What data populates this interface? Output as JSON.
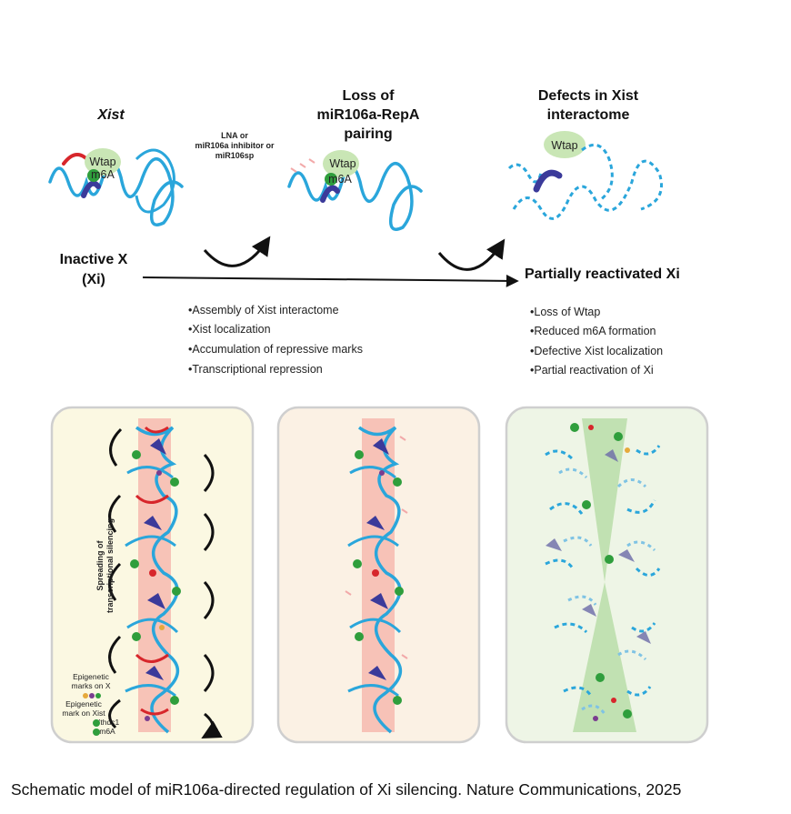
{
  "stages": [
    {
      "title_line1": "Xist",
      "title_line2": "",
      "title_line3": ""
    },
    {
      "title_line1": "Loss of",
      "title_line2": "miR106a-RepA",
      "title_line3": "pairing"
    },
    {
      "title_line1": "Defects in Xist",
      "title_line2": "interactome",
      "title_line3": ""
    }
  ],
  "labels": {
    "wtap": "Wtap",
    "m6a": "m6A",
    "inhibitor_line1": "LNA or",
    "inhibitor_line2": "miR106a inhibitor or",
    "inhibitor_line3": "miR106sp",
    "inactive_x_line1": "Inactive X",
    "inactive_x_line2": "(Xi)",
    "partially_reactivated": "Partially reactivated Xi",
    "spreading_line1": "Spreading of",
    "spreading_line2": "transcriptional silencing",
    "legend_marks_x_line1": "Epigenetic",
    "legend_marks_x_line2": "marks on X",
    "legend_mark_xist_line1": "Epigenetic",
    "legend_mark_xist_line2": "mark on Xist",
    "legend_mark_xist_line3": "Ythdc1",
    "legend_mark_xist_line4": "m6A"
  },
  "left_bullets": [
    "•Assembly of Xist interactome",
    "•Xist localization",
    "•Accumulation of repressive marks",
    "•Transcriptional repression"
  ],
  "right_bullets": [
    "•Loss of Wtap",
    "•Reduced m6A formation",
    "•Defective Xist localization",
    "•Partial reactivation of Xi"
  ],
  "caption": "Schematic model of miR106a-directed regulation of Xi silencing. Nature Communications, 2025",
  "colors": {
    "rna_blue": "#2aa6db",
    "wtap_green": "#c9e6b5",
    "m6a_green": "#2f9e3c",
    "repa_purple": "#3b3a9a",
    "mirna_red": "#d7262b",
    "panel1_bg": "#fbf8e2",
    "panel2_bg": "#fbf1e4",
    "panel3_bg": "#eef5e6",
    "panel_border": "#cfcfcf"
  }
}
